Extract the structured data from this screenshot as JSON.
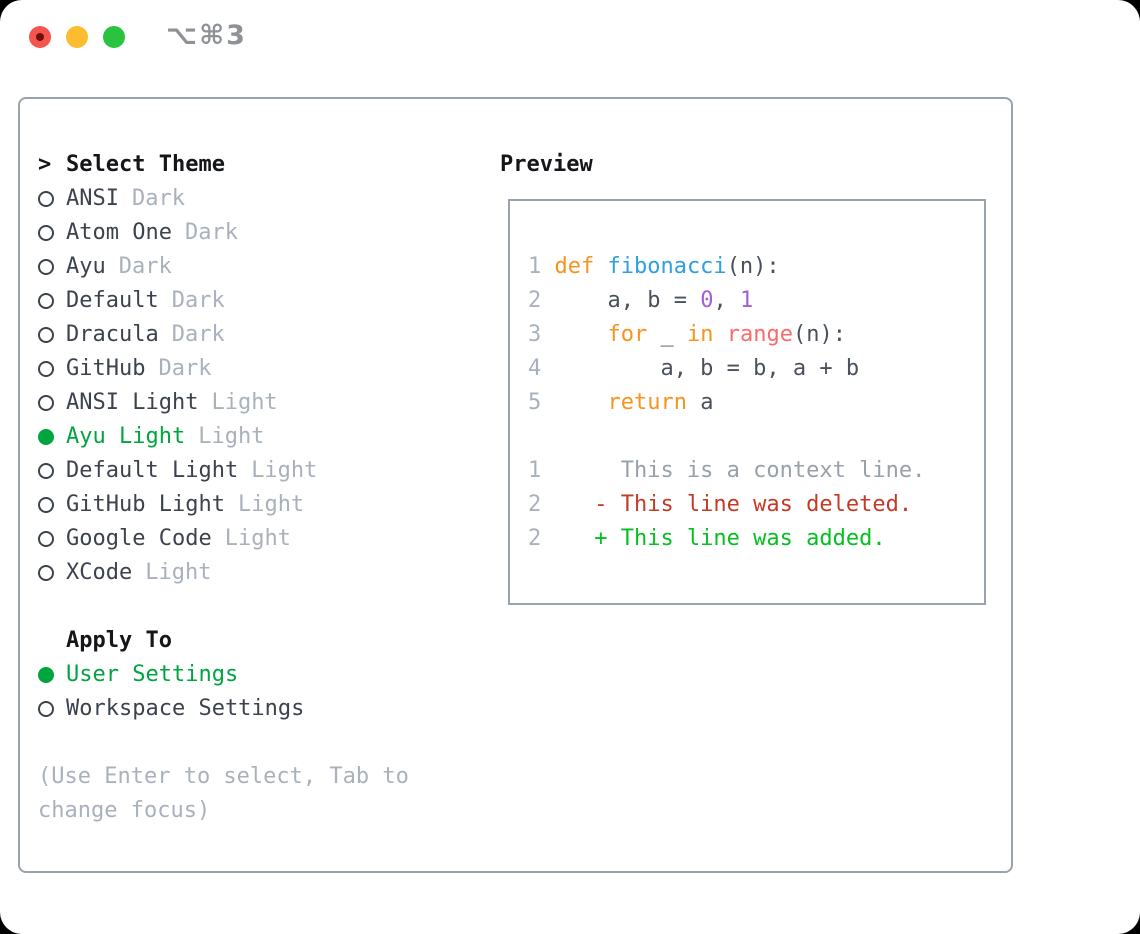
{
  "window": {
    "shortcut": "⌥⌘3",
    "traffic_lights": [
      "close-icon",
      "minimize-icon",
      "zoom-icon"
    ]
  },
  "colors": {
    "accent_green": "#00a540",
    "plain": "#4a515c",
    "keyword": "#f7941d",
    "function": "#2ca0e2",
    "builtin": "#fa6a6a",
    "number": "#a55cd5",
    "context": "#98a0aa",
    "deleted": "#c43a24",
    "added": "#06bf21",
    "muted": "#a9b1bd",
    "panel_border": "#9aa2ae"
  },
  "theme_picker": {
    "cursor_marker": ">",
    "title": "Select Theme",
    "items": [
      {
        "name": "ANSI",
        "variant": "Dark",
        "selected": false
      },
      {
        "name": "Atom One",
        "variant": "Dark",
        "selected": false
      },
      {
        "name": "Ayu",
        "variant": "Dark",
        "selected": false
      },
      {
        "name": "Default",
        "variant": "Dark",
        "selected": false
      },
      {
        "name": "Dracula",
        "variant": "Dark",
        "selected": false
      },
      {
        "name": "GitHub",
        "variant": "Dark",
        "selected": false
      },
      {
        "name": "ANSI Light",
        "variant": "Light",
        "selected": false
      },
      {
        "name": "Ayu Light",
        "variant": "Light",
        "selected": true
      },
      {
        "name": "Default Light",
        "variant": "Light",
        "selected": false
      },
      {
        "name": "GitHub Light",
        "variant": "Light",
        "selected": false
      },
      {
        "name": "Google Code",
        "variant": "Light",
        "selected": false
      },
      {
        "name": "XCode",
        "variant": "Light",
        "selected": false
      }
    ]
  },
  "apply_to": {
    "title": "Apply To",
    "options": [
      {
        "label": "User Settings",
        "selected": true
      },
      {
        "label": "Workspace Settings",
        "selected": false
      }
    ]
  },
  "help_text": "(Use Enter to select, Tab to change focus)",
  "preview": {
    "title": "Preview",
    "lines": [
      {
        "kind": "code",
        "num": "1",
        "tokens": [
          {
            "t": "def ",
            "c": "keyword"
          },
          {
            "t": "fibonacci",
            "c": "function"
          },
          {
            "t": "(n):",
            "c": "plain"
          }
        ]
      },
      {
        "kind": "code",
        "num": "2",
        "tokens": [
          {
            "t": "    a, b = ",
            "c": "plain"
          },
          {
            "t": "0",
            "c": "number"
          },
          {
            "t": ", ",
            "c": "plain"
          },
          {
            "t": "1",
            "c": "number"
          }
        ]
      },
      {
        "kind": "code",
        "num": "3",
        "tokens": [
          {
            "t": "    ",
            "c": "plain"
          },
          {
            "t": "for",
            "c": "keyword"
          },
          {
            "t": " _ ",
            "c": "plain"
          },
          {
            "t": "in",
            "c": "keyword"
          },
          {
            "t": " ",
            "c": "plain"
          },
          {
            "t": "range",
            "c": "builtin"
          },
          {
            "t": "(n):",
            "c": "plain"
          }
        ]
      },
      {
        "kind": "code",
        "num": "4",
        "tokens": [
          {
            "t": "        a, b = b, a + b",
            "c": "plain"
          }
        ]
      },
      {
        "kind": "code",
        "num": "5",
        "tokens": [
          {
            "t": "    ",
            "c": "plain"
          },
          {
            "t": "return",
            "c": "keyword"
          },
          {
            "t": " a",
            "c": "plain"
          }
        ]
      },
      {
        "kind": "blank",
        "num": "",
        "tokens": []
      },
      {
        "kind": "context",
        "num": "1",
        "tokens": [
          {
            "t": "     This is a context line.",
            "c": "context"
          }
        ]
      },
      {
        "kind": "deleted",
        "num": "2",
        "tokens": [
          {
            "t": "   - This line was deleted.",
            "c": "deleted"
          }
        ]
      },
      {
        "kind": "added",
        "num": "2",
        "tokens": [
          {
            "t": "   + This line was added.",
            "c": "added"
          }
        ]
      }
    ]
  }
}
